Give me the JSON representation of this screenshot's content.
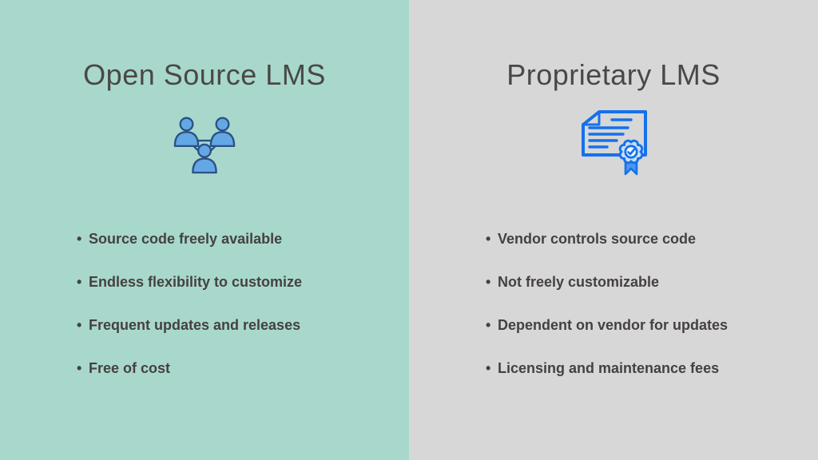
{
  "panels": [
    {
      "title": "Open Source LMS",
      "icon": "people-network-icon",
      "background": "#a8d8cc",
      "bullets": [
        "Source code freely available",
        "Endless flexibility to customize",
        "Frequent updates and releases",
        "Free of cost"
      ]
    },
    {
      "title": "Proprietary LMS",
      "icon": "certificate-icon",
      "background": "#d7d7d7",
      "bullets": [
        "Vendor controls source code",
        "Not freely customizable",
        "Dependent on vendor for updates",
        "Licensing and maintenance fees"
      ]
    }
  ],
  "colors": {
    "left_background": "#a8d8cc",
    "right_background": "#d7d7d7",
    "title_text": "#4a4846",
    "bullet_text": "#454140",
    "person_fill": "#64a7e5",
    "person_outline": "#2a5183",
    "certificate_blue": "#1571eb",
    "badge_fill": "#c5dff9"
  }
}
